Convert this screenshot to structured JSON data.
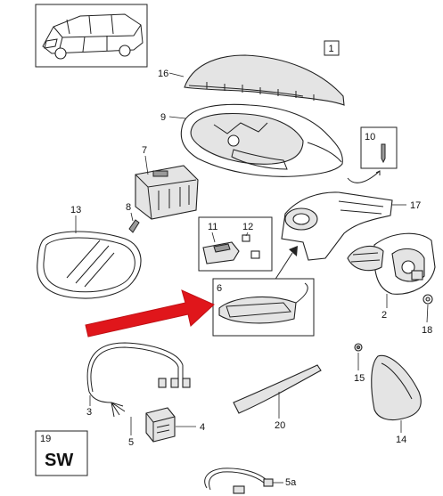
{
  "diagram": {
    "labels": {
      "box1": "1",
      "p16": "16",
      "p9": "9",
      "p10": "10",
      "p7": "7",
      "p8": "8",
      "p13": "13",
      "p17": "17",
      "p11": "11",
      "p12": "12",
      "p6": "6",
      "p2": "2",
      "p18": "18",
      "p3": "3",
      "p4": "4",
      "p5": "5",
      "p15": "15",
      "p20": "20",
      "p14": "14",
      "p19": "19",
      "sw": "SW",
      "p5a": "5a"
    },
    "colors": {
      "arrow": "#e0161b",
      "ink": "#222222",
      "fill_gray": "#e4e4e4"
    }
  }
}
